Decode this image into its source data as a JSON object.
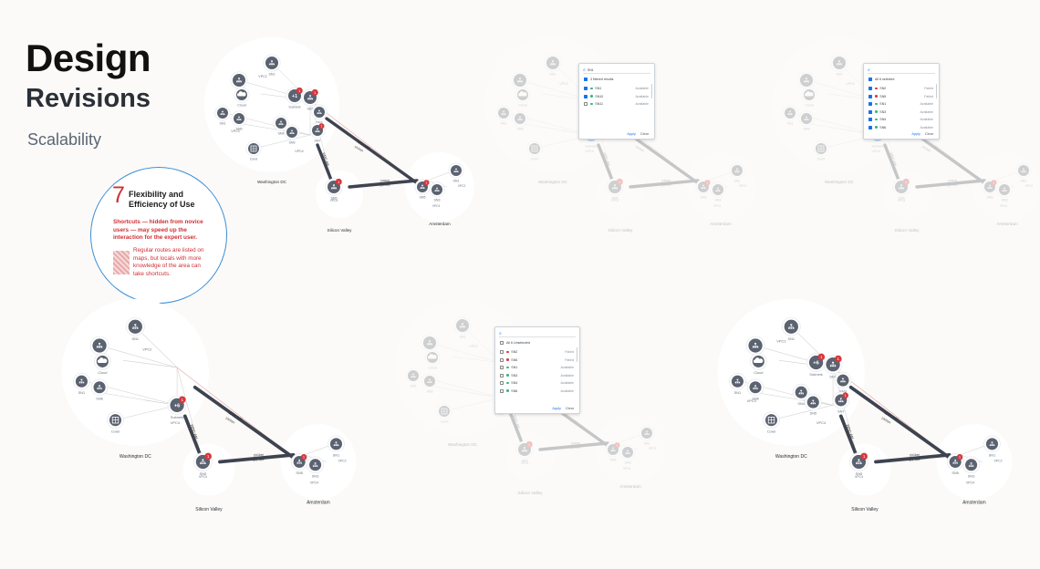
{
  "header": {
    "title": "Design",
    "subtitle": "Revisions",
    "section": "Scalability"
  },
  "heuristic": {
    "number": "7",
    "title_line1": "Flexibility and",
    "title_line2": "Efficiency of Use",
    "highlight": "Shortcuts — hidden from novice users — may speed up the interaction for the expert user.",
    "body": "Regular routes are listed on maps, but locals with more knowledge of the area can take shortcuts."
  },
  "colors": {
    "node": "#5b6270",
    "link": "#3e4350",
    "badge": "#d5383d",
    "selected": "#1b73e8",
    "accent_red": "#cf2f35"
  },
  "network": {
    "regions": [
      "Washington DC",
      "Silicon Valley",
      "Amsterdam"
    ],
    "site_labels": {
      "sn1": "SN1",
      "sn2": "SN2",
      "sn3": "SN3",
      "sn4": "SN4",
      "sn5": "SN5",
      "sn6": "SN6",
      "sn7": "SN7"
    },
    "vpc_labels": {
      "vpc1": "VPC1",
      "vpc2": "VPC2",
      "vpc3": "VPC3",
      "vpc4": "VPC4"
    },
    "cloud_label": "Cloud",
    "corel_label": "Corel",
    "group_label": "Subnets",
    "group_counts": [
      "+1",
      "+6",
      "+6",
      "+6",
      "+6",
      "+6"
    ],
    "badge_count": "1",
    "link_labels": {
      "wdc_am": "WDC-AM",
      "sv_am": "SV-AM",
      "gbps": "10Gbps"
    }
  },
  "panels": [
    {
      "search_value": "SN1",
      "header_label": "3 filtered results",
      "rows": [
        {
          "name": "SN1",
          "status": "Available",
          "color": "#36b37e",
          "checked": true
        },
        {
          "name": "SN10",
          "status": "Available",
          "color": "#36b37e",
          "checked": true
        },
        {
          "name": "SN11",
          "status": "Available",
          "color": "#36b37e",
          "checked": false
        }
      ],
      "apply": "Apply",
      "clear": "Clear"
    },
    {
      "search_value": "",
      "header_label": "All 6 selected",
      "rows": [
        {
          "name": "SN2",
          "status": "Failed",
          "color": "#d5383d",
          "checked": true
        },
        {
          "name": "SN5",
          "status": "Failed",
          "color": "#d5383d",
          "checked": true
        },
        {
          "name": "SN1",
          "status": "Available",
          "color": "#36b37e",
          "checked": true
        },
        {
          "name": "SN3",
          "status": "Available",
          "color": "#36b37e",
          "checked": true
        },
        {
          "name": "SN4",
          "status": "Available",
          "color": "#36b37e",
          "checked": true
        },
        {
          "name": "SN6",
          "status": "Available",
          "color": "#36b37e",
          "checked": true
        }
      ],
      "apply": "Apply",
      "clear": "Clear"
    },
    {
      "search_value": "",
      "header_label": "All 6 Unselected",
      "rows": [
        {
          "name": "SN2",
          "status": "Failed",
          "color": "#d5383d",
          "checked": false
        },
        {
          "name": "SN5",
          "status": "Failed",
          "color": "#d5383d",
          "checked": false
        },
        {
          "name": "SN1",
          "status": "Available",
          "color": "#36b37e",
          "checked": false
        },
        {
          "name": "SN3",
          "status": "Available",
          "color": "#36b37e",
          "checked": false
        },
        {
          "name": "SN4",
          "status": "Available",
          "color": "#36b37e",
          "checked": false
        },
        {
          "name": "SN6",
          "status": "Available",
          "color": "#36b37e",
          "checked": false
        }
      ],
      "apply": "Apply",
      "clear": "Clear"
    }
  ]
}
